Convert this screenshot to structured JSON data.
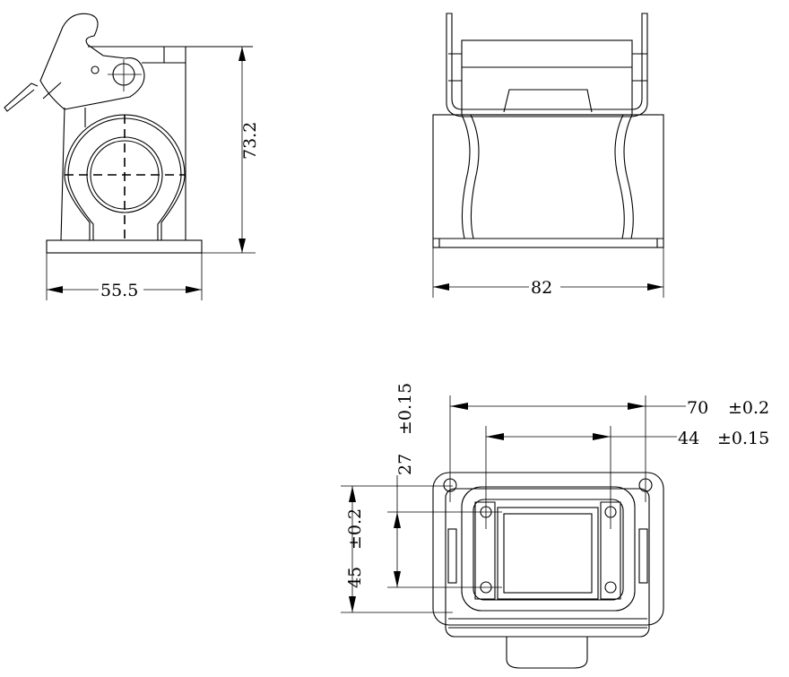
{
  "dimensions": {
    "side_height": "73.2",
    "side_base_width": "55.5",
    "front_width": "82",
    "mount_hole_spacing_x": "70",
    "mount_hole_tol_x": "±0.2",
    "insert_spacing_x": "44",
    "insert_tol_x": "±0.15",
    "insert_spacing_y": "27",
    "insert_tol_y": "±0.15",
    "mount_hole_spacing_y": "45",
    "mount_hole_tol_y": "±0.2"
  }
}
